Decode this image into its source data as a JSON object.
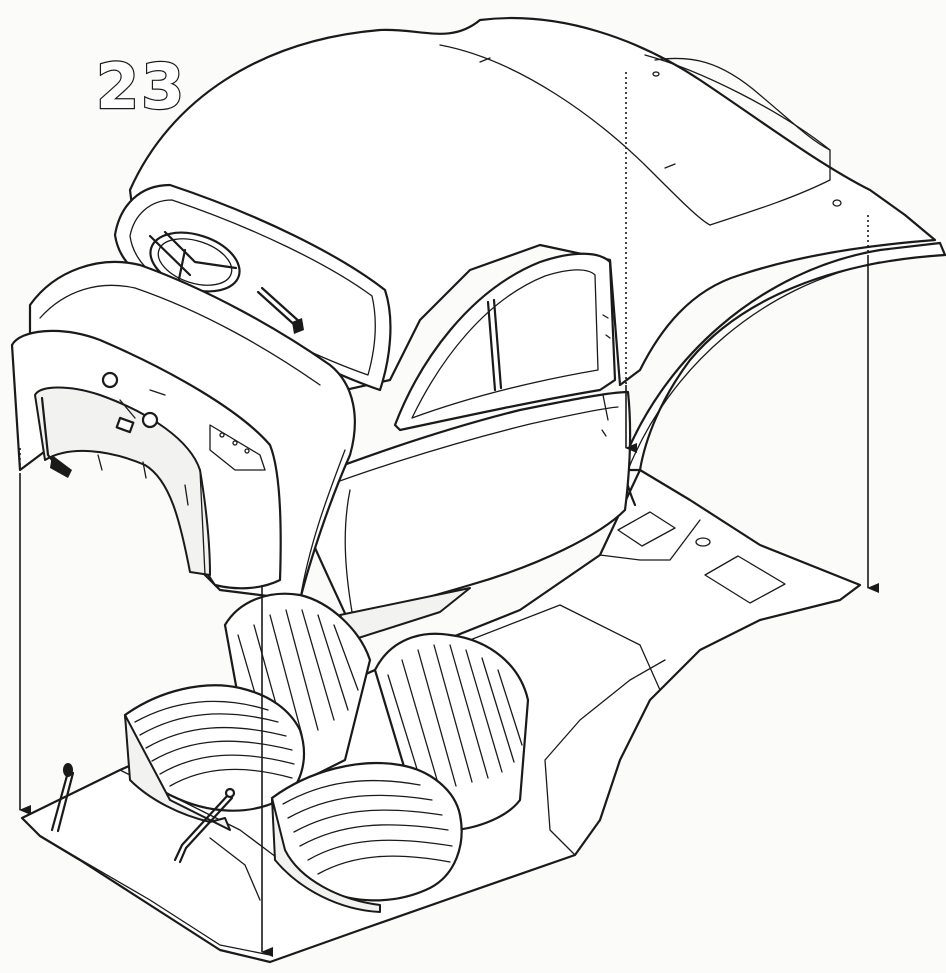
{
  "diagram": {
    "step_number": "23",
    "colors": {
      "ink": "#1a1a1a",
      "paper": "#fbfbfa",
      "part_fill": "#ffffff",
      "shade_fill": "#f2f2f0"
    },
    "parts": [
      "body-shell",
      "roof",
      "windshield",
      "steering-wheel",
      "wiper",
      "door-window",
      "door",
      "dashboard",
      "firewall",
      "front-seat-left",
      "front-seat-right",
      "floor-pan",
      "gear-lever",
      "handbrake-lever",
      "rear-wheel-arch"
    ],
    "assembly_arrows": 4,
    "dotted_guides": 2
  }
}
